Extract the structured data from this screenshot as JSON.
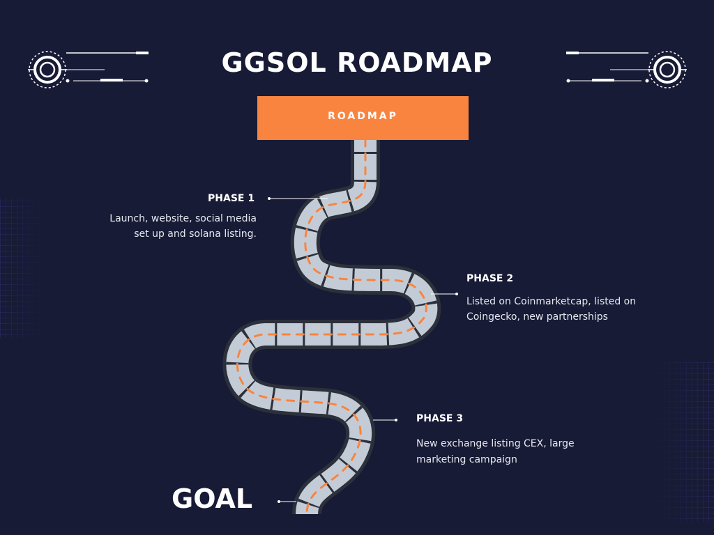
{
  "header": {
    "title": "GGSOL ROADMAP"
  },
  "banner": {
    "label": "ROADMAP"
  },
  "phases": [
    {
      "title": "PHASE 1",
      "description_lines": [
        "Launch, website, social media",
        "set up and  solana listing."
      ]
    },
    {
      "title": "PHASE 2",
      "description_lines": [
        "Listed on Coinmarketcap, listed on",
        "Coingecko, new partnerships"
      ]
    },
    {
      "title": "PHASE 3",
      "description_lines": [
        "New exchange listing CEX, large",
        "marketing campaign"
      ]
    }
  ],
  "goal": {
    "label": "GOAL"
  },
  "colors": {
    "background": "#181b35",
    "accent": "#f9843f",
    "road": "#c3ccd6",
    "road_edge": "#2c303a",
    "grid": "#4a3aa8"
  },
  "icons": [
    "tech-ring-icon-left",
    "tech-ring-icon-right"
  ]
}
